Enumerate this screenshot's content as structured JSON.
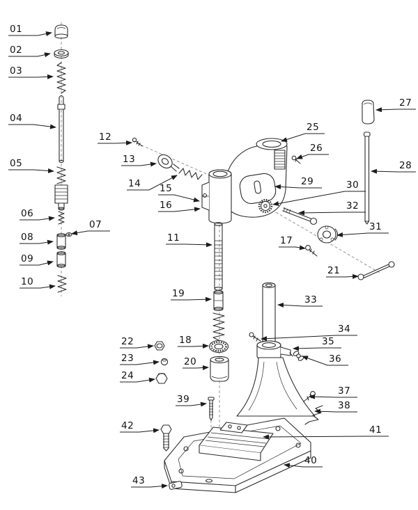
{
  "figure": {
    "description": "Exploded parts diagram of a bench drill press stand with numbered callouts",
    "background": "#ffffff",
    "line_color": "#2b2b2b",
    "label_color": "#111111",
    "callout_count": 43
  },
  "parts": [
    {
      "number": "01"
    },
    {
      "number": "02"
    },
    {
      "number": "03"
    },
    {
      "number": "04"
    },
    {
      "number": "05"
    },
    {
      "number": "06"
    },
    {
      "number": "07"
    },
    {
      "number": "08"
    },
    {
      "number": "09"
    },
    {
      "number": "10"
    },
    {
      "number": "11"
    },
    {
      "number": "12"
    },
    {
      "number": "13"
    },
    {
      "number": "14"
    },
    {
      "number": "15"
    },
    {
      "number": "16"
    },
    {
      "number": "17"
    },
    {
      "number": "18"
    },
    {
      "number": "19"
    },
    {
      "number": "20"
    },
    {
      "number": "21"
    },
    {
      "number": "22"
    },
    {
      "number": "23"
    },
    {
      "number": "24"
    },
    {
      "number": "25"
    },
    {
      "number": "26"
    },
    {
      "number": "27"
    },
    {
      "number": "28"
    },
    {
      "number": "29"
    },
    {
      "number": "30"
    },
    {
      "number": "31"
    },
    {
      "number": "32"
    },
    {
      "number": "33"
    },
    {
      "number": "34"
    },
    {
      "number": "35"
    },
    {
      "number": "36"
    },
    {
      "number": "37"
    },
    {
      "number": "38"
    },
    {
      "number": "39"
    },
    {
      "number": "40"
    },
    {
      "number": "41"
    },
    {
      "number": "42"
    },
    {
      "number": "43"
    }
  ]
}
